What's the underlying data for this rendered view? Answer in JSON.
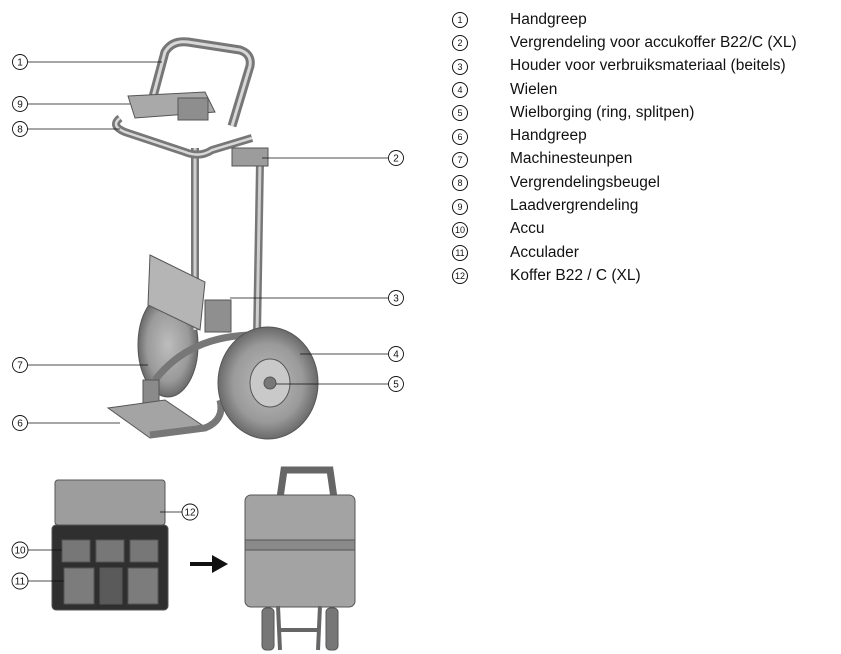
{
  "callouts": {
    "c1": "1",
    "c2": "2",
    "c3": "3",
    "c4": "4",
    "c5": "5",
    "c6": "6",
    "c7": "7",
    "c8": "8",
    "c9": "9",
    "c10": "10",
    "c11": "11",
    "c12": "12"
  },
  "legend": [
    {
      "num": "1",
      "text": "Handgreep"
    },
    {
      "num": "2",
      "text": "Vergrendeling voor accukoffer B22/C (XL)"
    },
    {
      "num": "3",
      "text": "Houder voor verbruiksmateriaal (beitels)"
    },
    {
      "num": "4",
      "text": "Wielen"
    },
    {
      "num": "5",
      "text": "Wielborging (ring, splitpen)"
    },
    {
      "num": "6",
      "text": "Handgreep"
    },
    {
      "num": "7",
      "text": "Machinesteunpen"
    },
    {
      "num": "8",
      "text": "Vergrendelingsbeugel"
    },
    {
      "num": "9",
      "text": "Laadvergrendeling"
    },
    {
      "num": "10",
      "text": "Accu"
    },
    {
      "num": "11",
      "text": "Acculader"
    },
    {
      "num": "12",
      "text": "Koffer B22 / C (XL)"
    }
  ]
}
